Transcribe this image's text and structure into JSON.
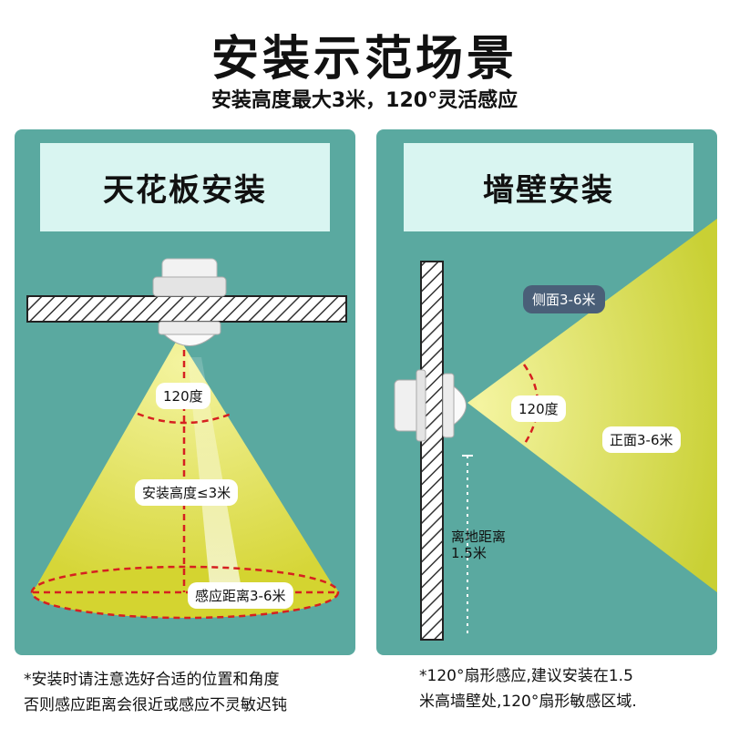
{
  "page": {
    "title": "安装示范场景",
    "subtitle": "安装高度最大3米，120°灵活感应"
  },
  "ceiling": {
    "header": "天花板安装",
    "angle_label": "120度",
    "height_label": "安装高度≤3米",
    "distance_label": "感应距离3-6米",
    "note_line1": "*安装时请注意选好合适的位置和角度",
    "note_line2": "否则感应距离会很近或感应不灵敏迟钝"
  },
  "wall": {
    "header": "墙壁安装",
    "side_label": "侧面3-6米",
    "angle_label": "120度",
    "front_label": "正面3-6米",
    "ground_label_line1": "离地距离",
    "ground_label_line2": "1.5米",
    "note_line1": "*120°扇形感应,建议安装在1.5",
    "note_line2": "米高墙壁处,120°扇形敏感区域."
  },
  "colors": {
    "panel_bg": "#5aa9a0",
    "header_bg": "#d9f5f1",
    "beam": "#d8d83a",
    "dash": "#d62020",
    "dark_label": "#4a5f78"
  }
}
